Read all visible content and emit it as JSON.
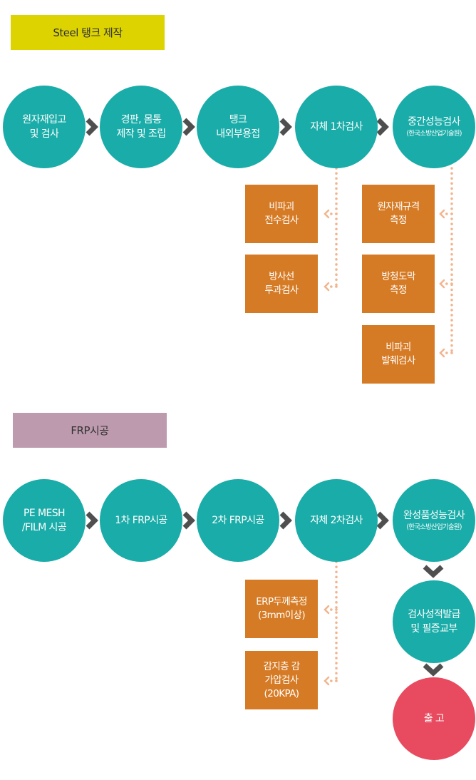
{
  "colors": {
    "steel_header": "#dcd300",
    "frp_header": "#bd9aae",
    "circle": "#1aaca8",
    "box": "#d67b25",
    "final": "#e84a5f",
    "arrow": "#4f4f4f",
    "dots": "#f2b48d"
  },
  "steel": {
    "title": "Steel 탱크 제작",
    "steps": [
      {
        "lines": [
          "원자재입고",
          "및 검사"
        ]
      },
      {
        "lines": [
          "경판, 몸통",
          "제작 및 조립"
        ]
      },
      {
        "lines": [
          "탱크",
          "내외부용접"
        ]
      },
      {
        "lines": [
          "자체 1차검사"
        ]
      },
      {
        "lines": [
          "중간성능검사"
        ],
        "sub": "(한국소방산업기술원)"
      }
    ],
    "self_check_items": [
      {
        "lines": [
          "비파괴",
          "전수검사"
        ]
      },
      {
        "lines": [
          "방사선",
          "투과검사"
        ]
      }
    ],
    "mid_check_items": [
      {
        "lines": [
          "원자재규격",
          "측정"
        ]
      },
      {
        "lines": [
          "방청도막",
          "측정"
        ]
      },
      {
        "lines": [
          "비파괴",
          "발췌검사"
        ]
      }
    ]
  },
  "frp": {
    "title": "FRP시공",
    "steps": [
      {
        "lines": [
          "PE MESH",
          "/FILM 시공"
        ]
      },
      {
        "lines": [
          "1차 FRP시공"
        ]
      },
      {
        "lines": [
          "2차 FRP시공"
        ]
      },
      {
        "lines": [
          "자체 2차검사"
        ]
      },
      {
        "lines": [
          "완성품성능검사"
        ],
        "sub": "(한국소방산업기술원)"
      }
    ],
    "self_check_items": [
      {
        "lines": [
          "ERP두께측정",
          "(3mm이상)"
        ]
      },
      {
        "lines": [
          "감지층 감",
          "가압검사",
          "(20KPA)"
        ]
      }
    ],
    "final_steps": [
      {
        "lines": [
          "검사성적발급",
          "및 필증교부"
        ]
      }
    ],
    "release": {
      "lines": [
        "출 고"
      ]
    }
  }
}
